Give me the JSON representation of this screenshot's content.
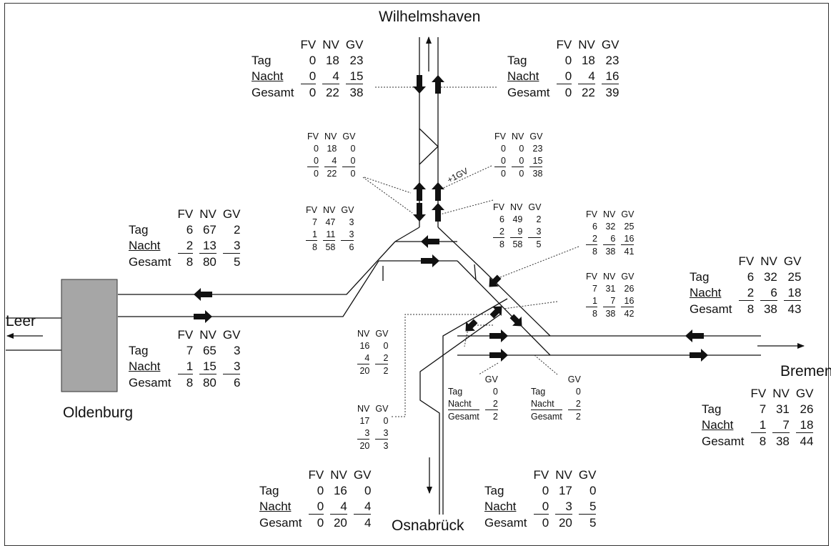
{
  "stations": {
    "wilhelmshaven": "Wilhelmshaven",
    "leer": "Leer",
    "oldenburg": "Oldenburg",
    "bremen": "Bremen",
    "osnabrueck": "Osnabrück"
  },
  "headers": {
    "fv": "FV",
    "nv": "NV",
    "gv": "GV"
  },
  "row_labels": {
    "tag": "Tag",
    "nacht": "Nacht",
    "gesamt": "Gesamt"
  },
  "note_plus_gv": "+1GV",
  "colors": {
    "station_box": "#a6a6a6",
    "line": "#111111",
    "dotted": "#333333"
  },
  "tables": {
    "wil_left": {
      "tag": [
        "0",
        "18",
        "23"
      ],
      "nacht": [
        "0",
        "4",
        "15"
      ],
      "gesamt": [
        "0",
        "22",
        "38"
      ]
    },
    "wil_right": {
      "tag": [
        "0",
        "18",
        "23"
      ],
      "nacht": [
        "0",
        "4",
        "16"
      ],
      "gesamt": [
        "0",
        "22",
        "39"
      ]
    },
    "old_top": {
      "tag": [
        "6",
        "67",
        "2"
      ],
      "nacht": [
        "2",
        "13",
        "3"
      ],
      "gesamt": [
        "8",
        "80",
        "5"
      ]
    },
    "old_bot": {
      "tag": [
        "7",
        "65",
        "3"
      ],
      "nacht": [
        "1",
        "15",
        "3"
      ],
      "gesamt": [
        "8",
        "80",
        "6"
      ]
    },
    "bre_top": {
      "tag": [
        "6",
        "32",
        "25"
      ],
      "nacht": [
        "2",
        "6",
        "18"
      ],
      "gesamt": [
        "8",
        "38",
        "43"
      ]
    },
    "bre_bot": {
      "tag": [
        "7",
        "31",
        "26"
      ],
      "nacht": [
        "1",
        "7",
        "18"
      ],
      "gesamt": [
        "8",
        "38",
        "44"
      ]
    },
    "osn_left": {
      "tag": [
        "0",
        "16",
        "0"
      ],
      "nacht": [
        "0",
        "4",
        "4"
      ],
      "gesamt": [
        "0",
        "20",
        "4"
      ]
    },
    "osn_right": {
      "tag": [
        "0",
        "17",
        "0"
      ],
      "nacht": [
        "0",
        "3",
        "5"
      ],
      "gesamt": [
        "0",
        "20",
        "5"
      ]
    }
  },
  "small": {
    "c_left": [
      [
        "0",
        "18",
        "0"
      ],
      [
        "0",
        "4",
        "0"
      ],
      [
        "0",
        "22",
        "0"
      ]
    ],
    "c_right": [
      [
        "0",
        "0",
        "23"
      ],
      [
        "0",
        "0",
        "15"
      ],
      [
        "0",
        "0",
        "38"
      ]
    ],
    "j_left": [
      [
        "7",
        "47",
        "3"
      ],
      [
        "1",
        "11",
        "3"
      ],
      [
        "8",
        "58",
        "6"
      ]
    ],
    "j_mid": [
      [
        "6",
        "49",
        "2"
      ],
      [
        "2",
        "9",
        "3"
      ],
      [
        "8",
        "58",
        "5"
      ]
    ],
    "j_r1": [
      [
        "6",
        "32",
        "25"
      ],
      [
        "2",
        "6",
        "16"
      ],
      [
        "8",
        "38",
        "41"
      ]
    ],
    "j_r2": [
      [
        "7",
        "31",
        "26"
      ],
      [
        "1",
        "7",
        "16"
      ],
      [
        "8",
        "38",
        "42"
      ]
    ],
    "nv_top": [
      [
        "16",
        "0"
      ],
      [
        "4",
        "2"
      ],
      [
        "20",
        "2"
      ]
    ],
    "nv_bot": [
      [
        "17",
        "0"
      ],
      [
        "3",
        "3"
      ],
      [
        "20",
        "3"
      ]
    ],
    "gv_left": [
      "0",
      "2",
      "2"
    ],
    "gv_right": [
      "0",
      "2",
      "2"
    ]
  }
}
